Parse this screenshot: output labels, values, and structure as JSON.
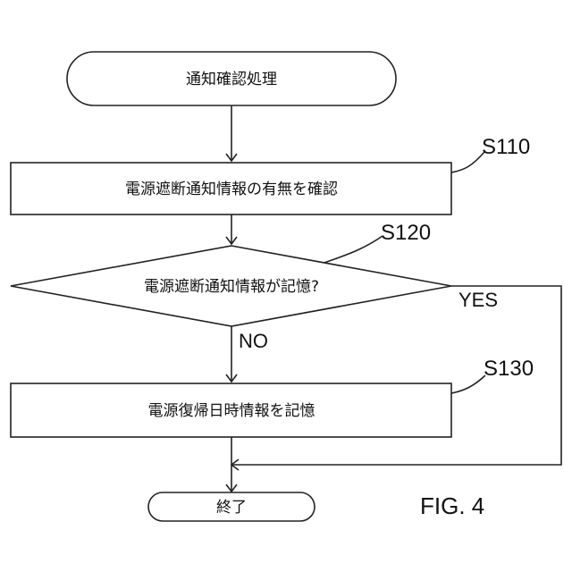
{
  "flowchart": {
    "start_label": "通知確認処理",
    "step_s110": {
      "id": "S110",
      "text": "電源遮断通知情報の有無を確認"
    },
    "decision_s120": {
      "id": "S120",
      "text": "電源遮断通知情報が記憶?"
    },
    "branch_yes": "YES",
    "branch_no": "NO",
    "step_s130": {
      "id": "S130",
      "text": "電源復帰日時情報を記憶"
    },
    "end_label": "終了"
  },
  "figure_label": "FIG. 4"
}
